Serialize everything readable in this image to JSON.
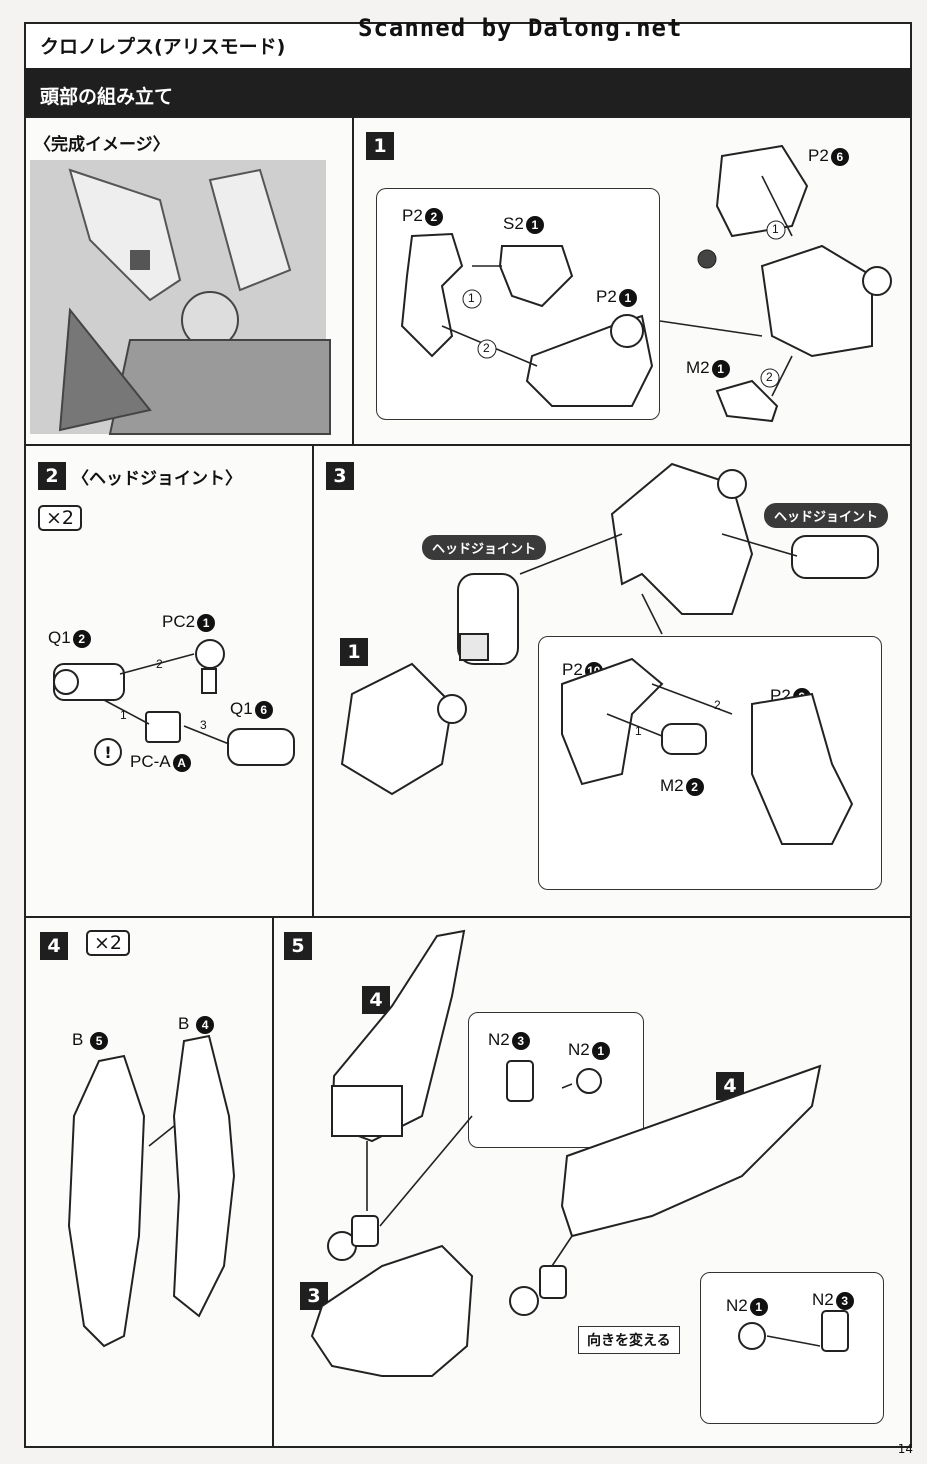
{
  "header": {
    "title": "クロノレプス(アリスモード)",
    "watermark": "Scanned by Dalong.net",
    "section": "頭部の組み立て"
  },
  "panel_image": {
    "label": "〈完成イメージ〉"
  },
  "step1": {
    "num": "1",
    "parts": [
      {
        "code": "P2",
        "n": "2"
      },
      {
        "code": "S2",
        "n": "1"
      },
      {
        "code": "P2",
        "n": "1"
      },
      {
        "code": "P2",
        "n": "6"
      },
      {
        "code": "M2",
        "n": "1"
      }
    ],
    "order": [
      "1",
      "2",
      "1",
      "2"
    ]
  },
  "step2": {
    "num": "2",
    "title": "〈ヘッドジョイント〉",
    "mult": "×2",
    "parts": [
      {
        "code": "Q1",
        "n": "2"
      },
      {
        "code": "PC2",
        "n": "1"
      },
      {
        "code": "Q1",
        "n": "6"
      },
      {
        "code": "PC-A",
        "n": "A"
      }
    ],
    "warn": "!",
    "order": [
      "1",
      "2",
      "3"
    ]
  },
  "step3": {
    "num": "3",
    "tag_left": "ヘッドジョイント",
    "tag_right": "ヘッドジョイント",
    "ref": "1",
    "parts": [
      {
        "code": "P2",
        "n": "10"
      },
      {
        "code": "P2",
        "n": "9"
      },
      {
        "code": "M2",
        "n": "2"
      }
    ],
    "order": [
      "1",
      "2"
    ]
  },
  "step4": {
    "num": "4",
    "mult": "×2",
    "parts": [
      {
        "code": "B",
        "n": "5"
      },
      {
        "code": "B",
        "n": "4"
      }
    ]
  },
  "step5": {
    "num": "5",
    "refs": [
      "4",
      "4",
      "3"
    ],
    "parts_top": [
      {
        "code": "N2",
        "n": "3"
      },
      {
        "code": "N2",
        "n": "1"
      }
    ],
    "parts_bottom": [
      {
        "code": "N2",
        "n": "1"
      },
      {
        "code": "N2",
        "n": "3"
      }
    ],
    "note": "向きを変える"
  },
  "page_number": "14"
}
